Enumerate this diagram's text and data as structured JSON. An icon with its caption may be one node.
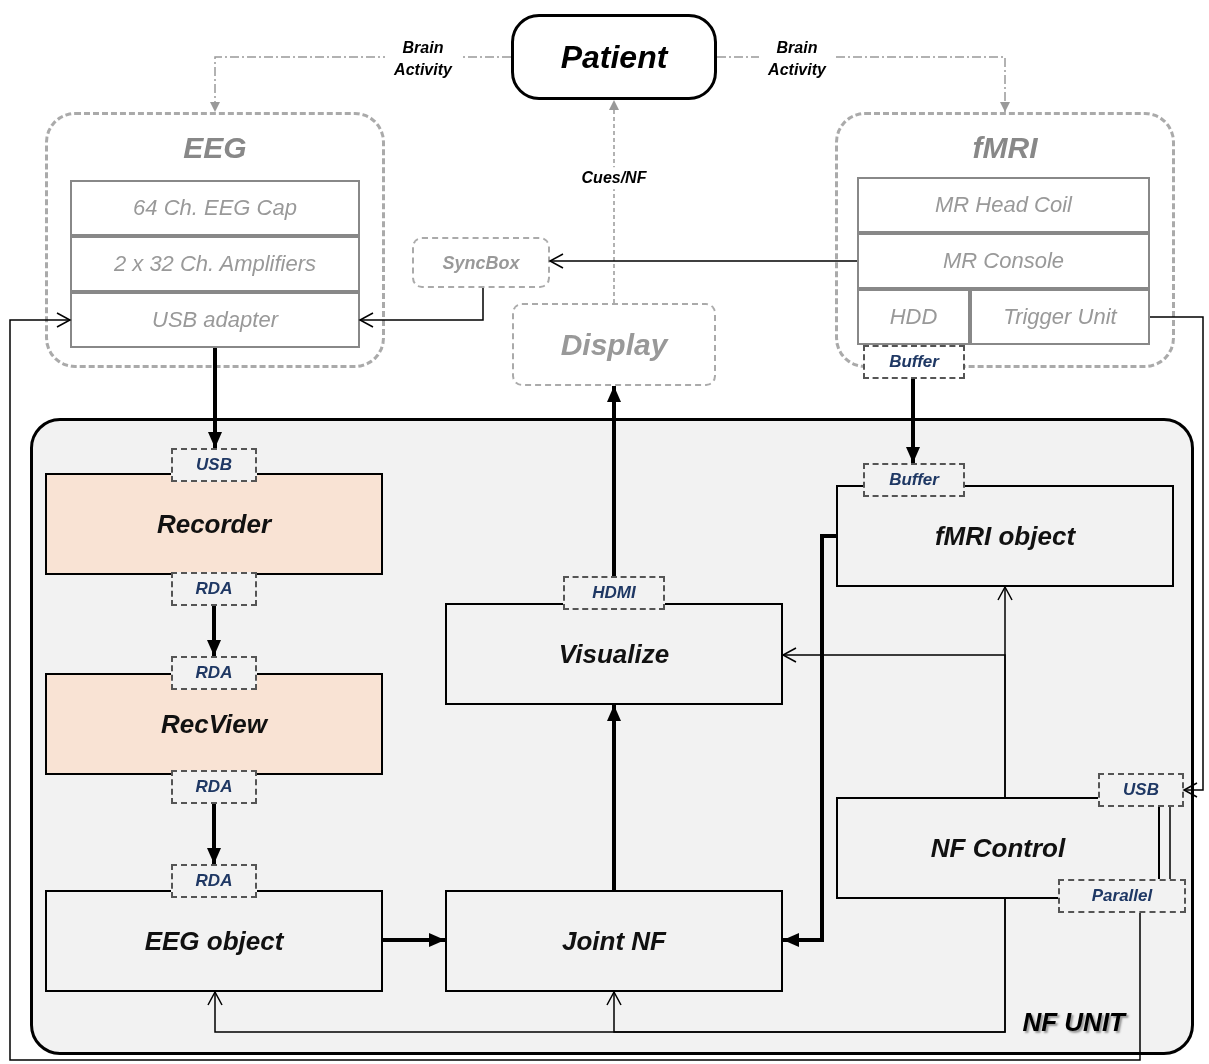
{
  "diagram": {
    "nodes": [
      {
        "text": [
          "Patient"
        ]
      },
      {
        "text": [
          "EEG"
        ]
      },
      {
        "text": [
          "64 Ch. EEG Cap"
        ],
        "in": 1
      },
      {
        "text": [
          "2 x 32 Ch. Amplifiers"
        ],
        "in": 1
      },
      {
        "text": [
          "USB adapter"
        ],
        "in": 1
      },
      {
        "text": [
          "SyncBox"
        ]
      },
      {
        "text": [
          "Display"
        ]
      },
      {
        "text": [
          "fMRI"
        ]
      },
      {
        "text": [
          "MR Head Coil"
        ],
        "in": 7
      },
      {
        "text": [
          "MR Console"
        ],
        "in": 7
      },
      {
        "text": [
          "HDD"
        ],
        "in": 7
      },
      {
        "text": [
          "Trigger Unit"
        ],
        "in": 7
      },
      {
        "text": [
          "Buffer"
        ]
      },
      {
        "text": [
          "NF UNIT"
        ]
      },
      {
        "text": [
          "USB"
        ],
        "in": 13
      },
      {
        "text": [
          "Recorder"
        ],
        "in": 13
      },
      {
        "text": [
          "RDA"
        ],
        "in": 13
      },
      {
        "text": [
          "RDA"
        ],
        "in": 13
      },
      {
        "text": [
          "RecView"
        ],
        "in": 13
      },
      {
        "text": [
          "RDA"
        ],
        "in": 13
      },
      {
        "text": [
          "RDA"
        ],
        "in": 13
      },
      {
        "text": [
          "EEG object"
        ],
        "in": 13
      },
      {
        "text": [
          "HDMI"
        ],
        "in": 13
      },
      {
        "text": [
          "Visualize"
        ],
        "in": 13
      },
      {
        "text": [
          "Joint NF"
        ],
        "in": 13
      },
      {
        "text": [
          "Buffer"
        ],
        "in": 13
      },
      {
        "text": [
          "fMRI object"
        ],
        "in": 13
      },
      {
        "text": [
          "USB"
        ],
        "in": 13
      },
      {
        "text": [
          "NF Control"
        ],
        "in": 13
      },
      {
        "text": [
          "Parallel"
        ],
        "in": 13
      }
    ],
    "edges": [
      {
        "from": 0,
        "to": 1,
        "arrow": "to",
        "label": "Brain Activity",
        "style": "dashed",
        "color": "#999999"
      },
      {
        "from": 0,
        "to": 7,
        "arrow": "to",
        "label": "Brain Activity",
        "style": "dashed",
        "color": "#999999"
      },
      {
        "from": 6,
        "to": 0,
        "arrow": "to",
        "label": "Cues/NF",
        "style": "dashed",
        "color": "#999999"
      },
      {
        "from": 9,
        "to": 5,
        "arrow": "to"
      },
      {
        "from": 5,
        "to": 4,
        "arrow": "to"
      },
      {
        "from": 11,
        "to": 27,
        "arrow": "to"
      },
      {
        "from": 29,
        "to": 4,
        "arrow": "to"
      },
      {
        "from": 4,
        "to": 14,
        "arrow": "to",
        "style": "thick"
      },
      {
        "from": 16,
        "to": 17,
        "arrow": "to",
        "style": "thick"
      },
      {
        "from": 19,
        "to": 20,
        "arrow": "to",
        "style": "thick"
      },
      {
        "from": 21,
        "to": 24,
        "arrow": "to",
        "style": "thick"
      },
      {
        "from": 24,
        "to": 23,
        "arrow": "to",
        "style": "thick"
      },
      {
        "from": 22,
        "to": 6,
        "arrow": "to",
        "style": "thick"
      },
      {
        "from": 12,
        "to": 25,
        "arrow": "to",
        "style": "thick"
      },
      {
        "from": 26,
        "to": 24,
        "arrow": "to",
        "style": "thick"
      },
      {
        "from": 28,
        "to": 26,
        "arrow": "to"
      },
      {
        "from": 28,
        "to": 23,
        "arrow": "to"
      },
      {
        "from": 28,
        "to": 21,
        "arrow": "to"
      },
      {
        "from": 28,
        "to": 24,
        "arrow": "to"
      },
      {
        "from": 27,
        "to": 29,
        "arrow": "none"
      }
    ]
  }
}
